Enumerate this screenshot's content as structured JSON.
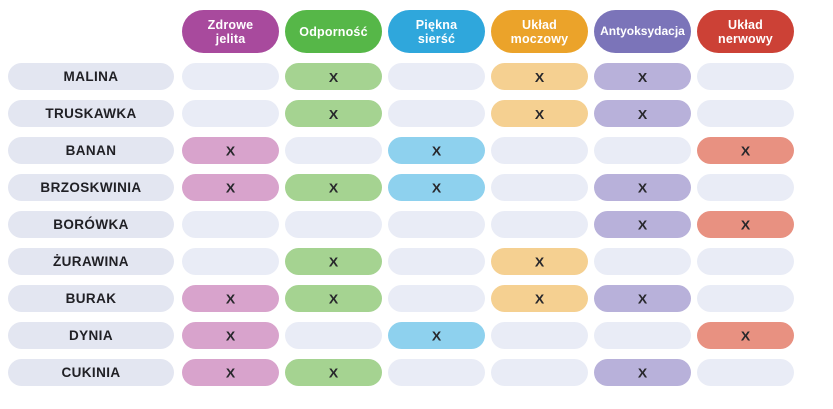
{
  "chart_data": {
    "type": "table",
    "title": "",
    "mark_symbol": "X",
    "columns": [
      {
        "id": "zdrowe-jelita",
        "label": "Zdrowe jelita",
        "label_lines": "Zdrowe\njelita",
        "header_color": "#a84a9d",
        "mark_cell_color": "#d8a3cc",
        "tight": false
      },
      {
        "id": "odpornosc",
        "label": "Odporność",
        "label_lines": "Odporność",
        "header_color": "#56b748",
        "mark_cell_color": "#a5d391",
        "tight": false
      },
      {
        "id": "piekna-siersc",
        "label": "Piękna sierść",
        "label_lines": "Piękna\nsierść",
        "header_color": "#2fa7dc",
        "mark_cell_color": "#8ed1ee",
        "tight": false
      },
      {
        "id": "uklad-moczowy",
        "label": "Układ moczowy",
        "label_lines": "Układ\nmoczowy",
        "header_color": "#eba32a",
        "mark_cell_color": "#f5d091",
        "tight": false
      },
      {
        "id": "antyoksydacja",
        "label": "Antyoksydacja",
        "label_lines": "Antyoksydacja",
        "header_color": "#7b74b9",
        "mark_cell_color": "#b8b1da",
        "tight": true
      },
      {
        "id": "uklad-nerwowy",
        "label": "Układ nerwowy",
        "label_lines": "Układ\nnerwowy",
        "header_color": "#cc4136",
        "mark_cell_color": "#e89181",
        "tight": false
      }
    ],
    "rows": [
      {
        "id": "malina",
        "label": "MALINA",
        "marks": [
          false,
          true,
          false,
          true,
          true,
          false
        ]
      },
      {
        "id": "truskawka",
        "label": "TRUSKAWKA",
        "marks": [
          false,
          true,
          false,
          true,
          true,
          false
        ]
      },
      {
        "id": "banan",
        "label": "BANAN",
        "marks": [
          true,
          false,
          true,
          false,
          false,
          true
        ]
      },
      {
        "id": "brzoskwinia",
        "label": "BRZOSKWINIA",
        "marks": [
          true,
          true,
          true,
          false,
          true,
          false
        ]
      },
      {
        "id": "borowka",
        "label": "BORÓWKA",
        "marks": [
          false,
          false,
          false,
          false,
          true,
          true
        ]
      },
      {
        "id": "zurawina",
        "label": "ŻURAWINA",
        "marks": [
          false,
          true,
          false,
          true,
          false,
          false
        ]
      },
      {
        "id": "burak",
        "label": "BURAK",
        "marks": [
          true,
          true,
          false,
          true,
          true,
          false
        ]
      },
      {
        "id": "dynia",
        "label": "DYNIA",
        "marks": [
          true,
          false,
          true,
          false,
          false,
          true
        ]
      },
      {
        "id": "cukinia",
        "label": "CUKINIA",
        "marks": [
          true,
          true,
          false,
          false,
          true,
          false
        ]
      }
    ]
  },
  "style": {
    "background_color": "#ffffff",
    "row_label_pill_color": "#e3e6f1",
    "empty_cell_color": "#e9ecf6",
    "mark_text_color": "#28282c",
    "row_label_text_color": "#202025",
    "header_text_color": "#ffffff"
  }
}
